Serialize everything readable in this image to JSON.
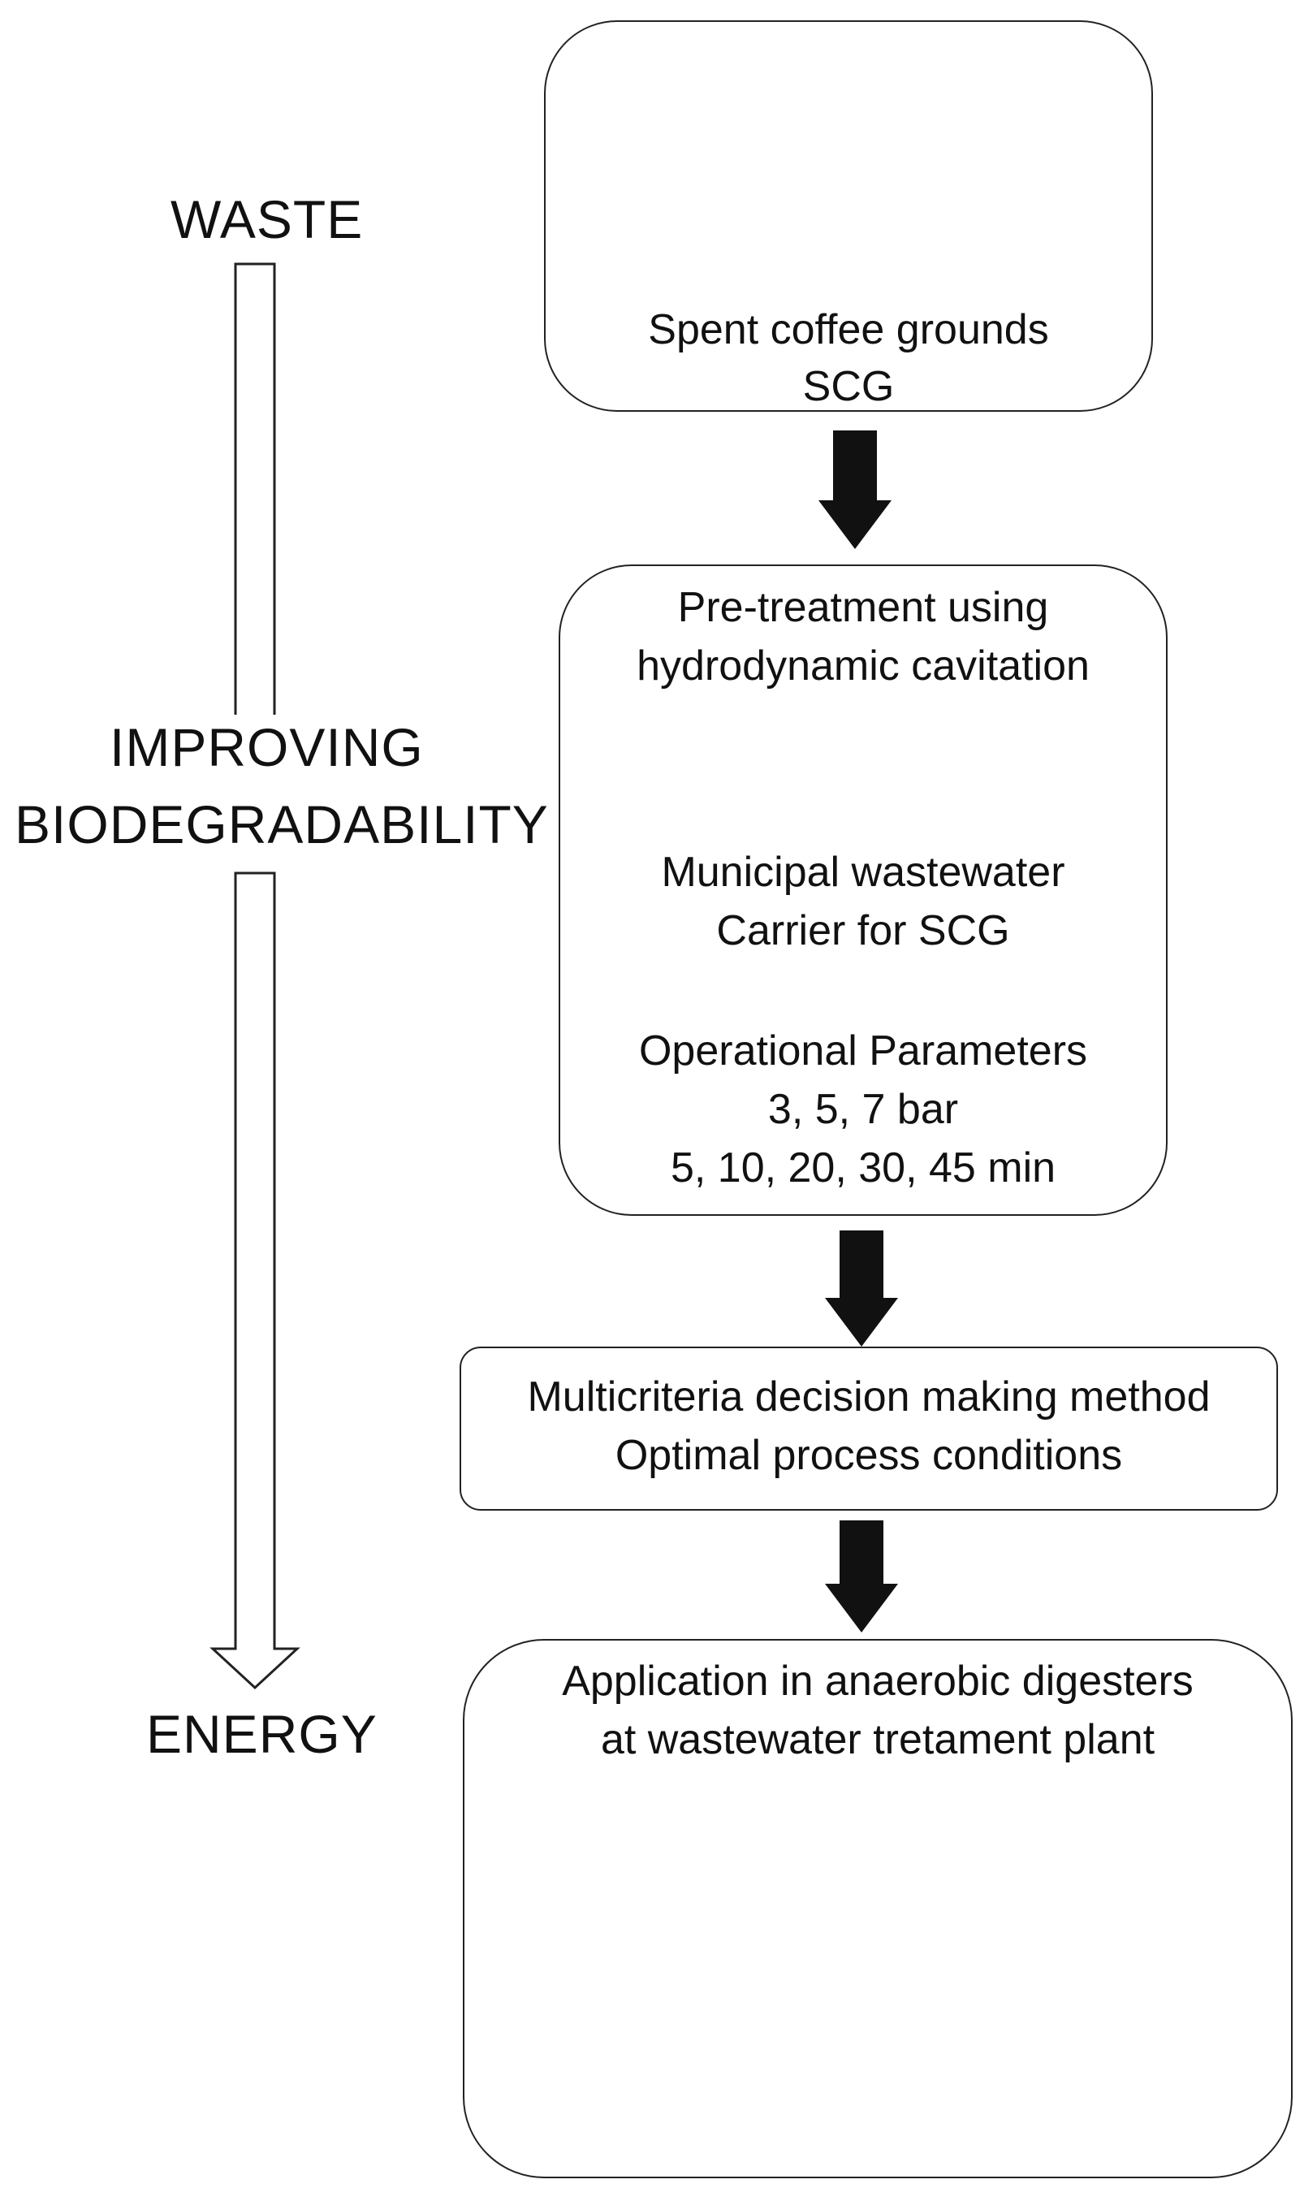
{
  "left_axis": {
    "top_label": "WASTE",
    "middle_label_line1": "IMPROVING",
    "middle_label_line2": "BIODEGRADABILITY",
    "bottom_label": "ENERGY"
  },
  "steps": {
    "step1": {
      "line1": "Spent coffee grounds",
      "line2": "SCG"
    },
    "step2": {
      "line1": "Pre-treatment using",
      "line2": "hydrodynamic cavitation",
      "line3": "Municipal wastewater",
      "line4": "Carrier for SCG",
      "line5": "Operational Parameters",
      "line6": "3, 5, 7 bar",
      "line7": "5, 10, 20, 30, 45 min"
    },
    "step3": {
      "line1": "Multicriteria decision making method",
      "line2": "Optimal process conditions"
    },
    "step4": {
      "line1": "Application in anaerobic digesters",
      "line2": "at wastewater tretament plant"
    }
  }
}
